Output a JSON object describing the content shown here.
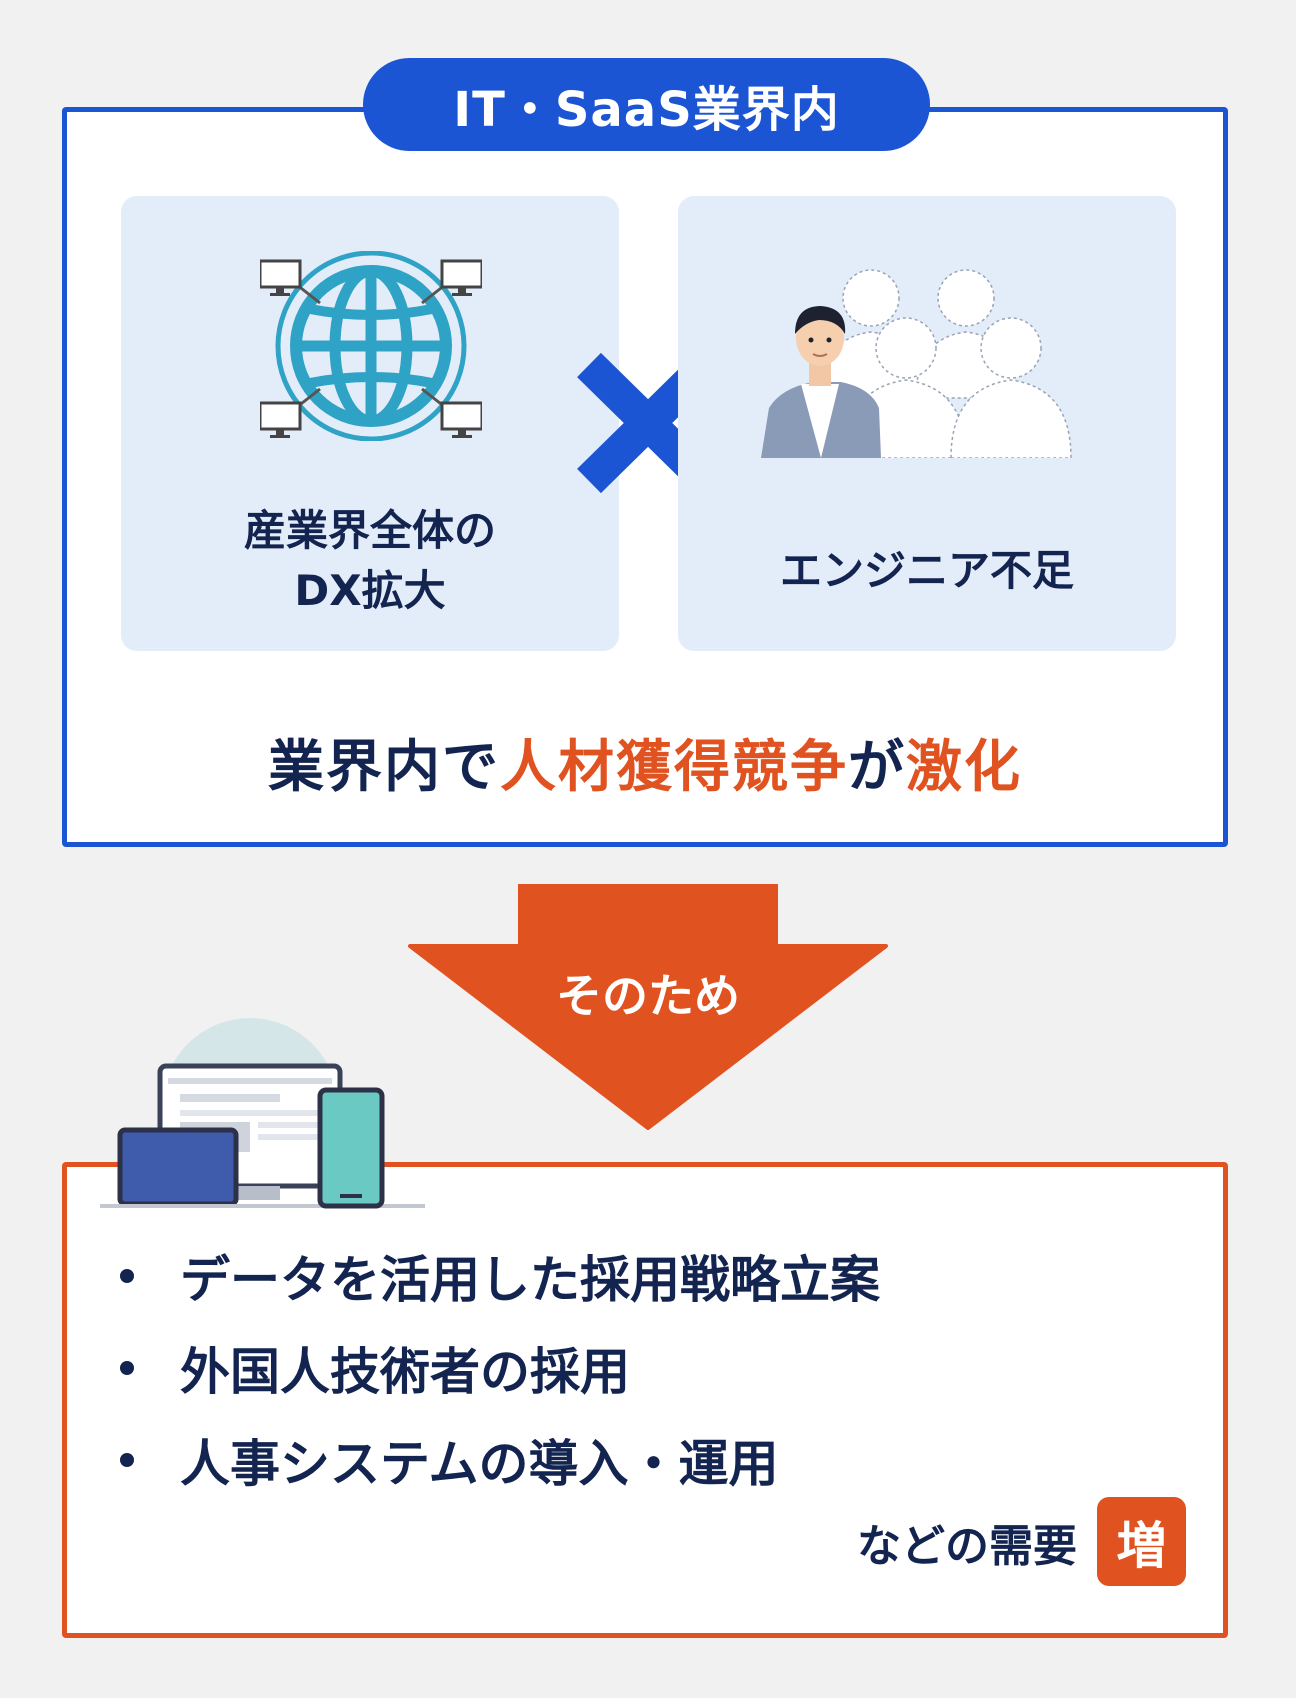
{
  "header": {
    "tag_label": "IT・SaaS業界内"
  },
  "panels": [
    {
      "label_line1": "産業界全体の",
      "label_line2": "DX拡大",
      "icon": "global-network-icon"
    },
    {
      "label": "エンジニア不足",
      "icon": "engineer-shortage-icon"
    }
  ],
  "operator": {
    "icon": "multiply-icon"
  },
  "conclusion": {
    "part1": "業界内で",
    "highlight1": "人材獲得競争",
    "part2": "が",
    "highlight2": "激化"
  },
  "arrow": {
    "label": "そのため"
  },
  "demands": {
    "items": [
      "データを活用した採用戦略立案",
      "外国人技術者の採用",
      "人事システムの導入・運用"
    ],
    "suffix": "などの需要",
    "badge": "増"
  },
  "colors": {
    "blue": "#1b55d4",
    "orange": "#e0521f",
    "navy": "#12244f",
    "panel_bg": "#e3ecf9",
    "globe": "#2fa3c6"
  }
}
